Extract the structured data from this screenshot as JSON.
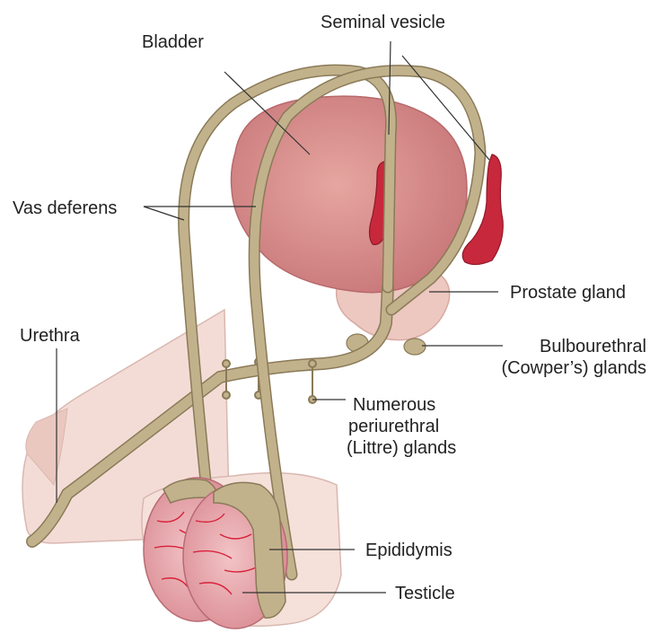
{
  "labels": {
    "seminal_vesicle": "Seminal vesicle",
    "bladder": "Bladder",
    "vas_deferens": "Vas deferens",
    "prostate_gland": "Prostate gland",
    "urethra": "Urethra",
    "bulbourethral_line1": "Bulbourethral",
    "bulbourethral_line2": "(Cowper’s) glands",
    "periurethral_line1": "Numerous",
    "periurethral_line2": "periurethral",
    "periurethral_line3": "(Littre) glands",
    "epididymis": "Epididymis",
    "testicle": "Testicle"
  },
  "colors": {
    "tube": "#c2b28c",
    "tube_outline": "#8a7a58",
    "bladder": "#d9948f",
    "bladder_dark": "#c4716d",
    "seminal_vesicle": "#c8283c",
    "prostate": "#ecc8c0",
    "skin": "#f4dcd6",
    "skin_outline": "#d8b8b0",
    "testicle": "#e9a6ac",
    "vessel": "#d8203a",
    "leader": "#333333"
  }
}
